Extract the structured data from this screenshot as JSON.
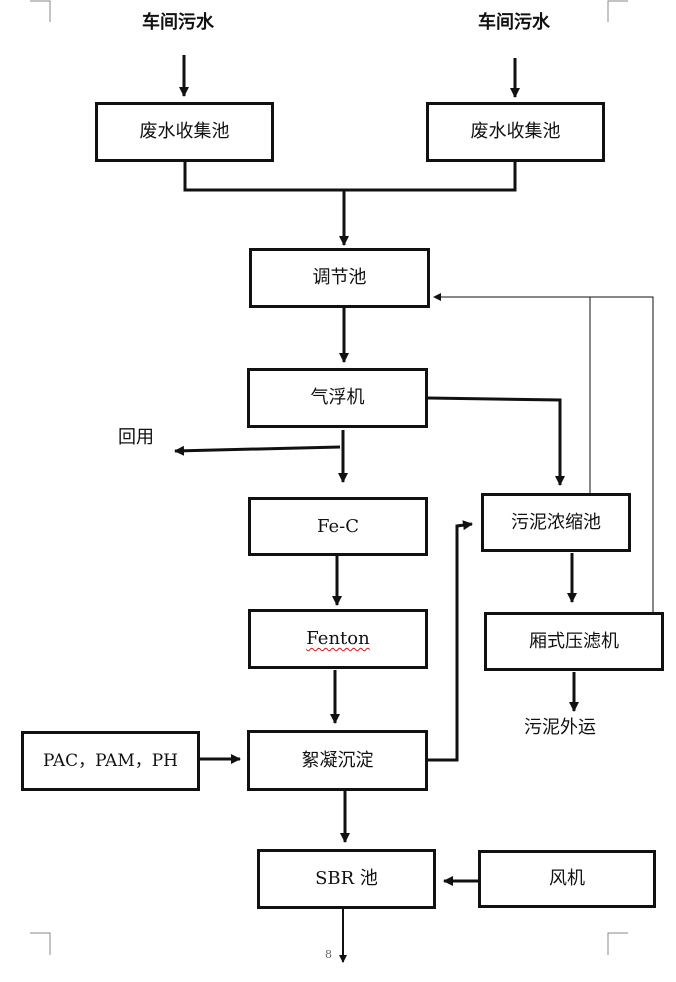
{
  "sources": {
    "left": "车间污水",
    "right": "车间污水"
  },
  "nodes": {
    "collect_left": "废水收集池",
    "collect_right": "废水收集池",
    "regulating": "调节池",
    "flotation": "气浮机",
    "fe_c": "Fe-C",
    "fenton": "Fenton",
    "flocculation": "絮凝沉淀",
    "chemicals": "PAC，PAM，PH",
    "sbr": "SBR 池",
    "blower": "风机",
    "thickener": "污泥浓缩池",
    "filter_press": "厢式压滤机"
  },
  "labels": {
    "reuse": "回用",
    "sludge_out": "污泥外运",
    "page_number": "8"
  }
}
